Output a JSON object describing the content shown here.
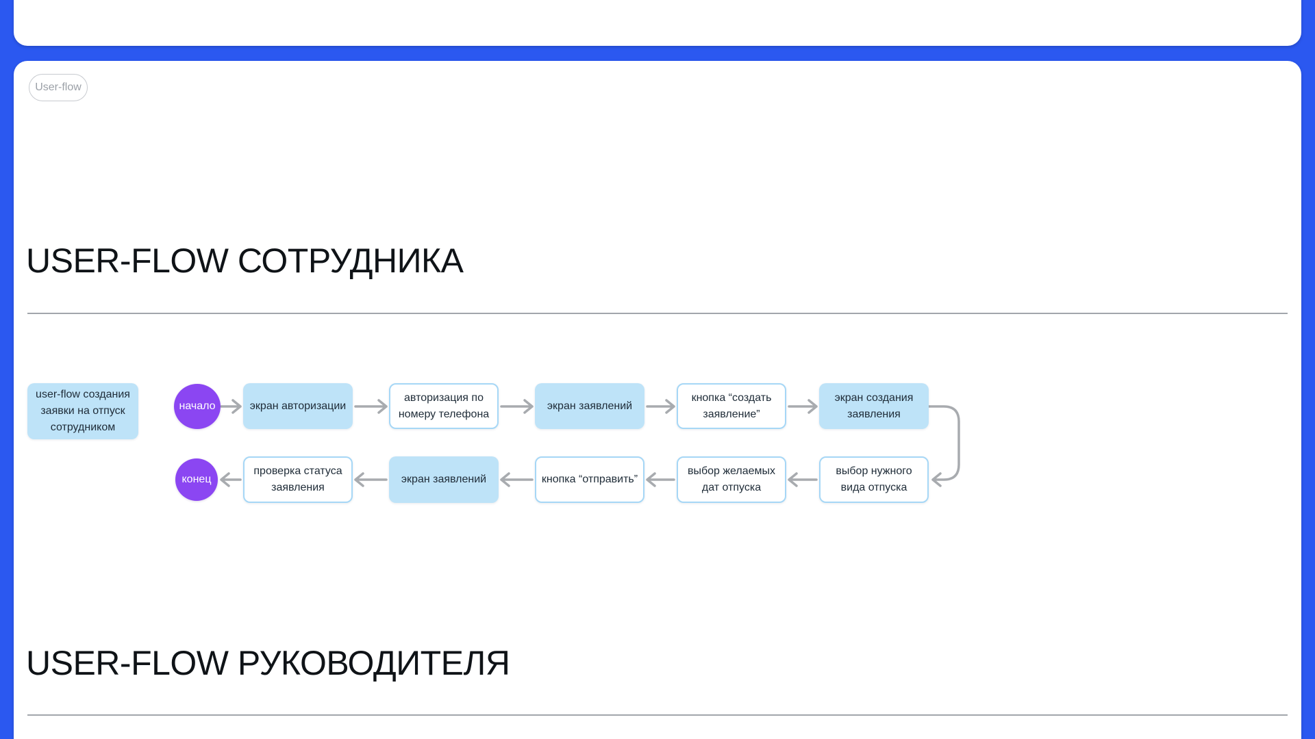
{
  "badge": {
    "label": "User-flow"
  },
  "sections": {
    "employee": {
      "title": "USER-FLOW СОТРУДНИКА"
    },
    "manager": {
      "title": "USER-FLOW РУКОВОДИТЕЛЯ"
    }
  },
  "flow": {
    "note": "user-flow создания заявки на отпуск сотрудником",
    "start_label": "начало",
    "end_label": "конец",
    "row1": [
      "экран авторизации",
      "авторизация по номеру телефона",
      "экран заявлений",
      "кнопка “создать заявление”",
      "экран создания заявления"
    ],
    "row2": [
      "выбор нужного вида отпуска",
      "выбор желаемых дат отпуска",
      "кнопка “отправить”",
      "экран заявлений",
      "проверка статуса заявления"
    ]
  },
  "colors": {
    "background_blue": "#2b58f0",
    "card_white": "#ffffff",
    "node_fill_blue": "#bee3f8",
    "node_border_blue": "#a6d7f6",
    "terminal_purple": "#8b46f2",
    "arrow_gray": "#a8abaf",
    "divider_gray": "#a2a6ab",
    "title_dark": "#0f1317"
  }
}
